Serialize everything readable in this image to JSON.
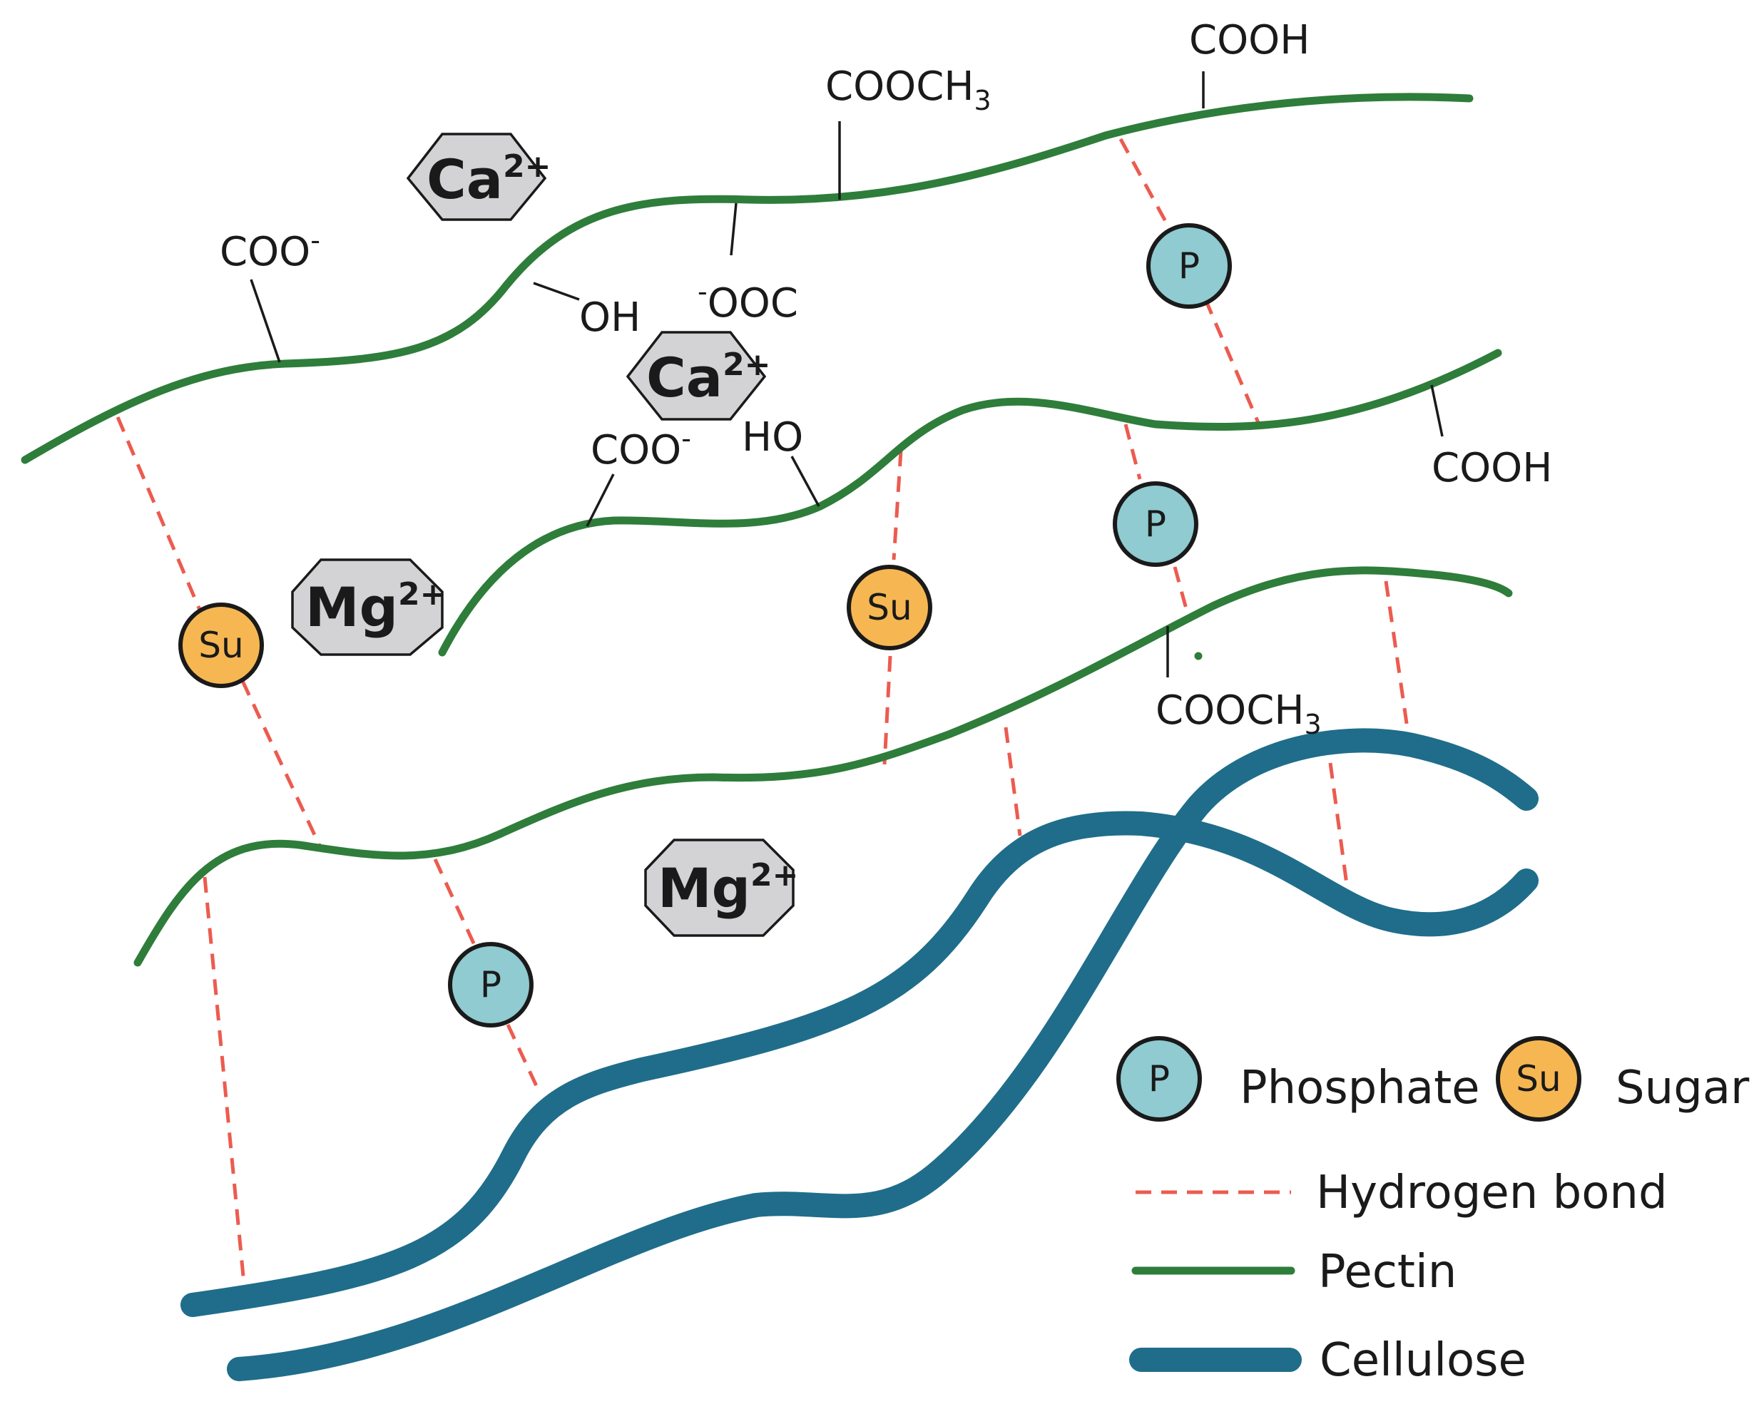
{
  "groups": {
    "coo_top_left": "COO",
    "coo_top_left_charge": "-",
    "oh_top": "OH",
    "ooc_charge": "-",
    "ooc": "OOC",
    "cooch3_top": "COOCH",
    "cooch3_top_sub": "3",
    "cooh_top": "COOH",
    "coo_mid": "COO",
    "coo_mid_charge": "-",
    "ho_mid": "HO",
    "cooh_right": "COOH",
    "cooch3_lower": "COOCH",
    "cooch3_lower_sub": "3"
  },
  "ions": {
    "ca_top": {
      "symbol": "Ca",
      "charge": "2+"
    },
    "ca_mid": {
      "symbol": "Ca",
      "charge": "2+"
    },
    "mg_left": {
      "symbol": "Mg",
      "charge": "2+"
    },
    "mg_lower": {
      "symbol": "Mg",
      "charge": "2+"
    }
  },
  "badges": {
    "phosphate": "P",
    "sugar": "Su"
  },
  "legend": {
    "phosphate": "Phosphate",
    "sugar": "Sugar",
    "hydrogen_bond": "Hydrogen bond",
    "pectin": "Pectin",
    "cellulose": "Cellulose"
  },
  "colors": {
    "pectin": "#2e7d3a",
    "cellulose": "#1f6d8a",
    "hydrogen_bond": "#ec5b4f",
    "phosphate_fill": "#8fcbd1",
    "sugar_fill": "#f6b752",
    "ion_fill": "#d3d3d6"
  }
}
